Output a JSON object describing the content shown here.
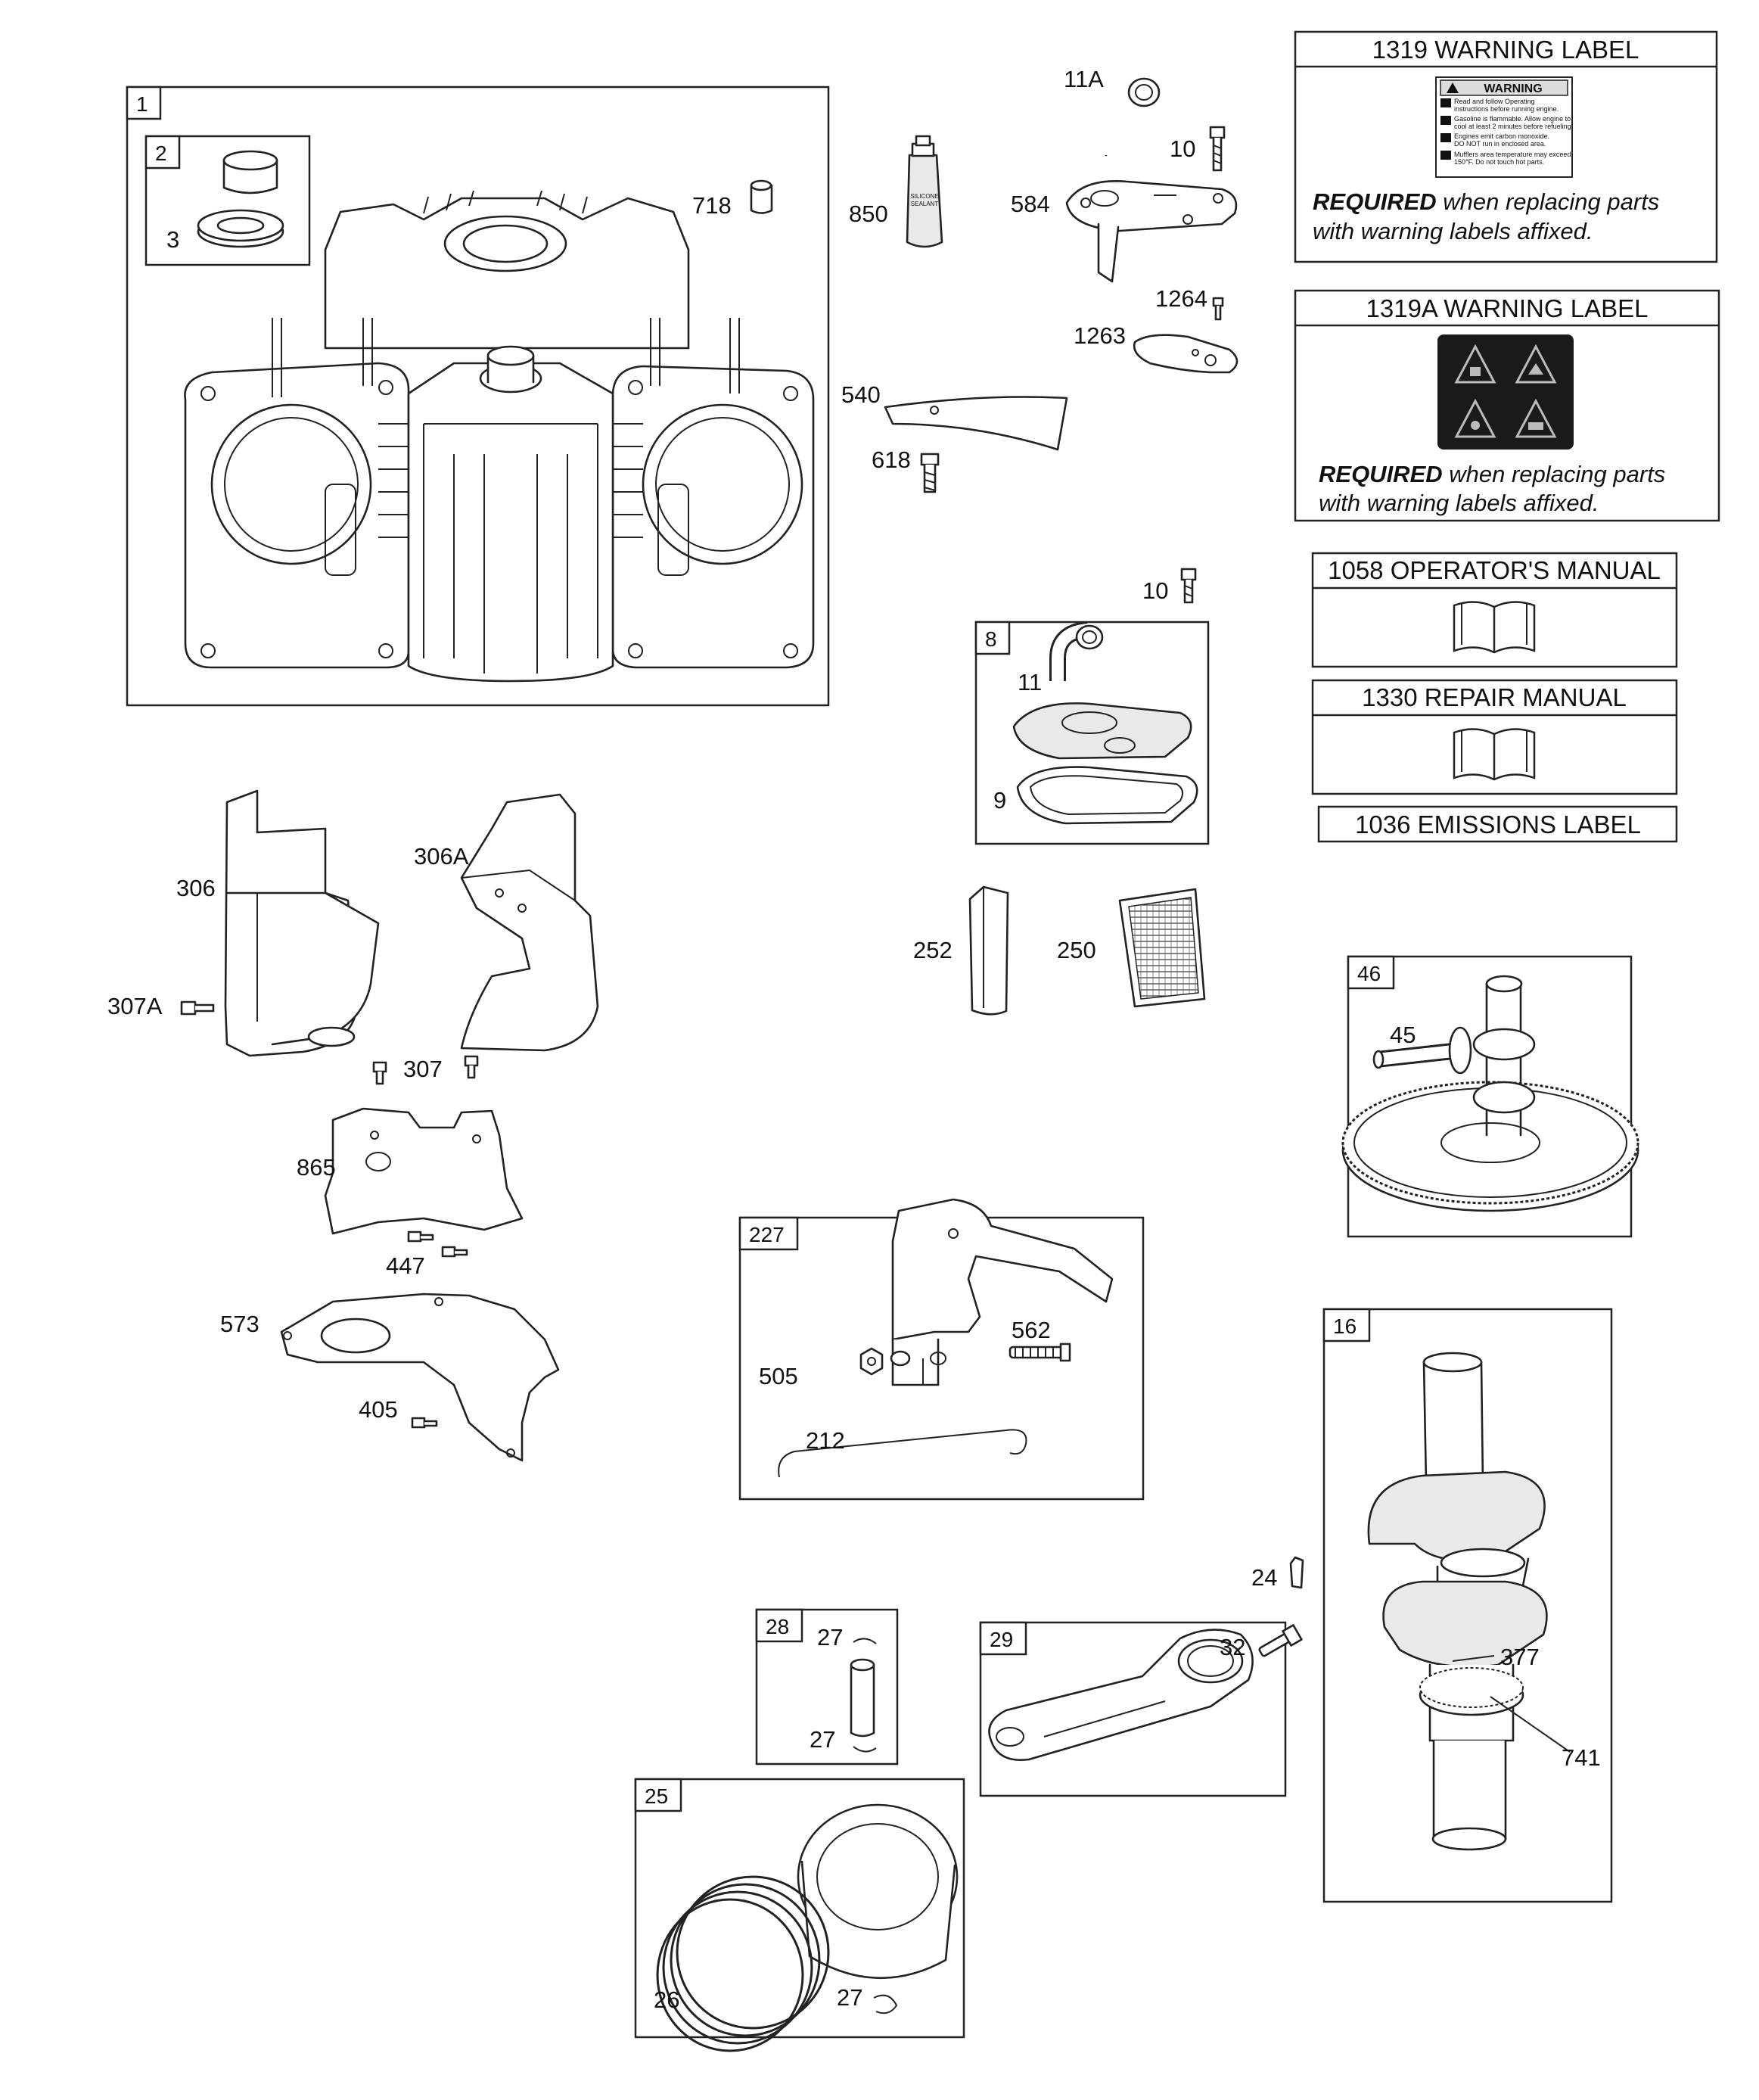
{
  "legend": {
    "warning_1319": {
      "title": "1319 WARNING LABEL",
      "badge": "WARNING",
      "lines": [
        "Read and follow Operating",
        "instructions before running engine.",
        "Gasoline is flammable. Allow engine to",
        "cool at least 2 minutes before refueling.",
        "Engines emit carbon monoxide.",
        "DO NOT run in enclosed area.",
        "Mufflers area temperature may exceed",
        "150°F. Do not touch hot parts."
      ],
      "req_bold": "REQUIRED",
      "req_rest": " when replacing parts",
      "req_line2": "with warning labels affixed."
    },
    "warning_1319a": {
      "title": "1319A WARNING LABEL",
      "req_bold": "REQUIRED",
      "req_rest": " when replacing parts",
      "req_line2": "with warning labels affixed."
    },
    "operators_manual": {
      "title": "1058 OPERATOR'S MANUAL"
    },
    "repair_manual": {
      "title": "1330 REPAIR MANUAL"
    },
    "emissions_label": {
      "title": "1036 EMISSIONS LABEL"
    }
  },
  "group_tags": {
    "g1": "1",
    "g2": "2",
    "g8": "8",
    "g46": "46",
    "g16": "16",
    "g227": "227",
    "g28": "28",
    "g29": "29",
    "g25": "25"
  },
  "sealant_text": [
    "SILICONE",
    "SEALANT"
  ],
  "labels": {
    "p3": "3",
    "p718": "718",
    "p850": "850",
    "p11A": "11A",
    "p10a": "10",
    "p584": "584",
    "p1264": "1264",
    "p1263": "1263",
    "p540": "540",
    "p618": "618",
    "p10b": "10",
    "p11": "11",
    "p9": "9",
    "p306": "306",
    "p306A": "306A",
    "p307A": "307A",
    "p307": "307",
    "p865": "865",
    "p447": "447",
    "p573": "573",
    "p405": "405",
    "p252": "252",
    "p250": "250",
    "p45": "45",
    "p562": "562",
    "p505": "505",
    "p212": "212",
    "p24": "24",
    "p377": "377",
    "p741": "741",
    "p27a": "27",
    "p27b": "27",
    "p32": "32",
    "p26": "26",
    "p27c": "27"
  }
}
